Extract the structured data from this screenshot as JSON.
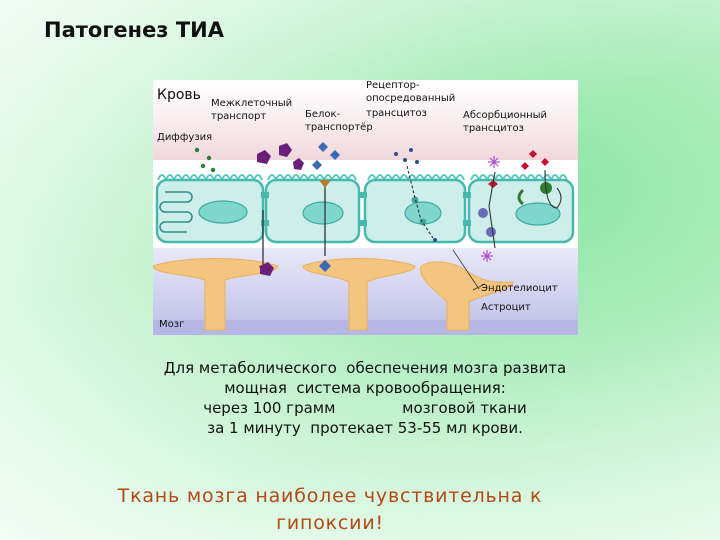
{
  "slide": {
    "title": "Патогенез ТИА"
  },
  "figure": {
    "labels": {
      "blood": "Кровь",
      "diffusion": "Диффузия",
      "intercellular_1": "Межклеточный",
      "intercellular_2": "транспорт",
      "protein_1": "Белок-",
      "protein_2": "транспортёр",
      "receptor_1": "Рецептор-",
      "receptor_2": "опосредованный",
      "receptor_3": "трансцитоз",
      "absorption_1": "Абсорбционный",
      "absorption_2": "трансцитоз",
      "endothelial": "Эндотелиоцит",
      "astrocyte": "Астроцит",
      "brain": "Мозг"
    },
    "colors": {
      "blood_band": "#f3dcdf",
      "endothelium": "#5ac8be",
      "endothelium_fill": "#cdeeea",
      "astrocyte": "#f4c57e",
      "brain_band": "#c9c9ec",
      "molecule_red": "#c8102e",
      "molecule_purple": "#6a1f7a",
      "molecule_blue": "#3c69b4",
      "molecule_green": "#2f7d32"
    }
  },
  "text": {
    "line1": "Для метаболического  обеспечения мозга развита",
    "line2": "мощная  система кровообращения:",
    "line3": "через 100 грамм              мозговой ткани",
    "line4": "за 1 минуту  протекает 53-55 мл крови.",
    "highlight_1": "Ткань мозга наиболее чувствительна к",
    "highlight_2": "гипоксии!"
  }
}
